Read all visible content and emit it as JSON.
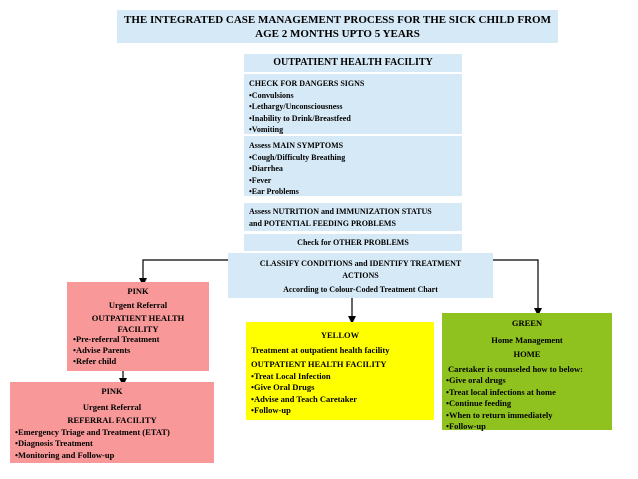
{
  "title": {
    "line1": "THE INTEGRATED CASE MANAGEMENT PROCESS FOR THE SICK CHILD FROM",
    "line2": "AGE 2 MONTHS UPTO 5 YEARS"
  },
  "facility": {
    "label": "OUTPATIENT HEALTH FACILITY"
  },
  "danger_signs": {
    "heading": "CHECK FOR DANGERS SIGNS",
    "items": [
      "•Convulsions",
      "•Lethargy/Unconsciousness",
      "•Inability to Drink/Breastfeed",
      "•Vomiting"
    ]
  },
  "main_symptoms": {
    "heading": "Assess MAIN SYMPTOMS",
    "items": [
      "•Cough/Difficulty Breathing",
      "•Diarrhea",
      "•Fever",
      "•Ear Problems"
    ]
  },
  "nutrition": {
    "line1": "Assess NUTRITION and IMMUNIZATION STATUS",
    "line2": "and POTENTIAL FEEDING PROBLEMS"
  },
  "other": {
    "label": "Check for OTHER PROBLEMS"
  },
  "classify": {
    "line1": "CLASSIFY CONDITIONS and IDENTIFY TREATMENT",
    "line2": "ACTIONS",
    "line3": "According to Colour-Coded Treatment Chart"
  },
  "pink_outpatient": {
    "color": "PINK",
    "subtitle": "Urgent Referral",
    "facility1": "OUTPATIENT HEALTH",
    "facility2": "FACILITY",
    "items": [
      "•Pre-referral Treatment",
      "•Advise Parents",
      "•Refer child"
    ]
  },
  "pink_referral": {
    "color": "PINK",
    "subtitle": "Urgent Referral",
    "facility": "REFERRAL FACILITY",
    "items": [
      "•Emergency Triage and Treatment (ETAT)",
      "•Diagnosis Treatment",
      "•Monitoring and Follow-up"
    ]
  },
  "yellow": {
    "color": "YELLOW",
    "subtitle": "Treatment at outpatient health facility",
    "facility": "OUTPATIENT HEALTH FACILITY",
    "items": [
      "•Treat Local Infection",
      "•Give Oral Drugs",
      "•Advise and Teach Caretaker",
      "•Follow-up"
    ]
  },
  "green": {
    "color": "GREEN",
    "subtitle": "Home Management",
    "place": "HOME",
    "intro": "Caretaker is counseled how to below:",
    "items": [
      "•Give oral drugs",
      "•Treat local infections at home",
      "•Continue feeding",
      "•When to return immediately",
      "•Follow-up"
    ]
  },
  "colors": {
    "box_blue": "#d6e9f6",
    "pink": "#f89898",
    "yellow": "#ffff00",
    "green": "#8fc21e",
    "connector": "#000000"
  }
}
